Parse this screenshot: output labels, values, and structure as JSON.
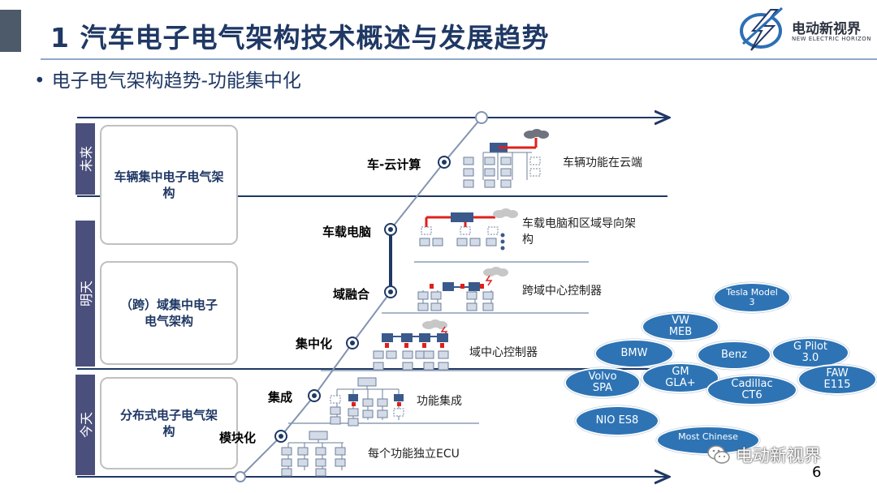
{
  "header": {
    "title": "1 汽车电子电气架构技术概述与发展趋势",
    "subtitle": "电子电气架构趋势-功能集中化",
    "bullet": "•"
  },
  "logo": {
    "cn": "电动新视界",
    "en": "NEW ELECTRIC HORIZON",
    "icon": "lightning-orbit-icon"
  },
  "bands": [
    {
      "label": "未来",
      "architecture": "车辆集中电子电气架构"
    },
    {
      "label": "明天",
      "architecture": "（跨）域集中电子电气架构"
    },
    {
      "label": "今天",
      "architecture": "分布式电子电气架构"
    }
  ],
  "stages": [
    {
      "name": "车-云计算",
      "desc": "车辆功能在云端"
    },
    {
      "name": "车载电脑",
      "desc": "车载电脑和区域导向架构"
    },
    {
      "name": "域融合",
      "desc": "跨域中心控制器"
    },
    {
      "name": "集中化",
      "desc": "域中心控制器"
    },
    {
      "name": "集成",
      "desc": "功能集成"
    },
    {
      "name": "模块化",
      "desc": "每个功能独立ECU"
    }
  ],
  "platforms": [
    "Tesla Model 3",
    "VW MEB",
    "BMW",
    "Benz",
    "G Pilot 3.0",
    "Volvo SPA",
    "GM GLA+",
    "Cadillac CT6",
    "FAW E115",
    "NIO ES8",
    "Most Chinese"
  ],
  "watermark": {
    "text": "电动新视界",
    "icon": "wechat-icon"
  },
  "page_number": "6",
  "colors": {
    "title": "#1f3864",
    "band": "#4b4f7c",
    "ellipse": "#2e74b5",
    "line": "#1f3864",
    "accent_red": "#e0201b"
  }
}
